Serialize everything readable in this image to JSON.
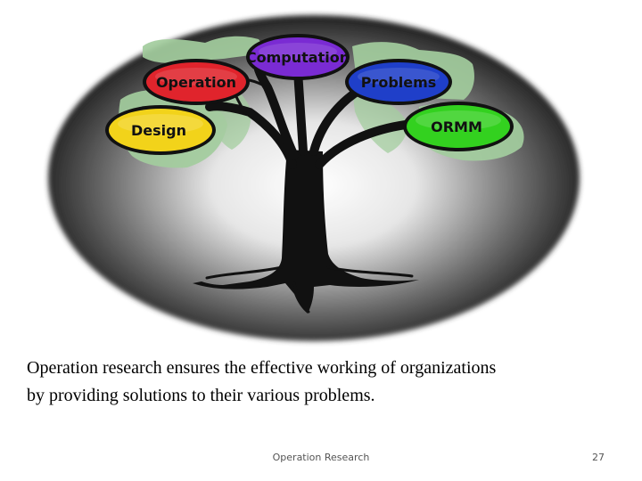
{
  "diagram": {
    "nodes": [
      {
        "id": "computation",
        "label": "Computation",
        "color": "#7a2bd3"
      },
      {
        "id": "operation",
        "label": "Operation",
        "color": "#e0242c"
      },
      {
        "id": "problems",
        "label": "Problems",
        "color": "#1f3fc9"
      },
      {
        "id": "design",
        "label": "Design",
        "color": "#f2d31a"
      },
      {
        "id": "ormm",
        "label": "ORMM",
        "color": "#33d11f"
      }
    ]
  },
  "caption": {
    "line1": "Operation research ensures the effective working of organizations",
    "line2": "by providing solutions to their various problems."
  },
  "footer": {
    "title": "Operation Research",
    "page_number": "27"
  },
  "colors": {
    "oval_center": "#ffffff",
    "oval_edge": "#0e0e0e",
    "foliage": "#9fc99a",
    "tree": "#111111"
  }
}
